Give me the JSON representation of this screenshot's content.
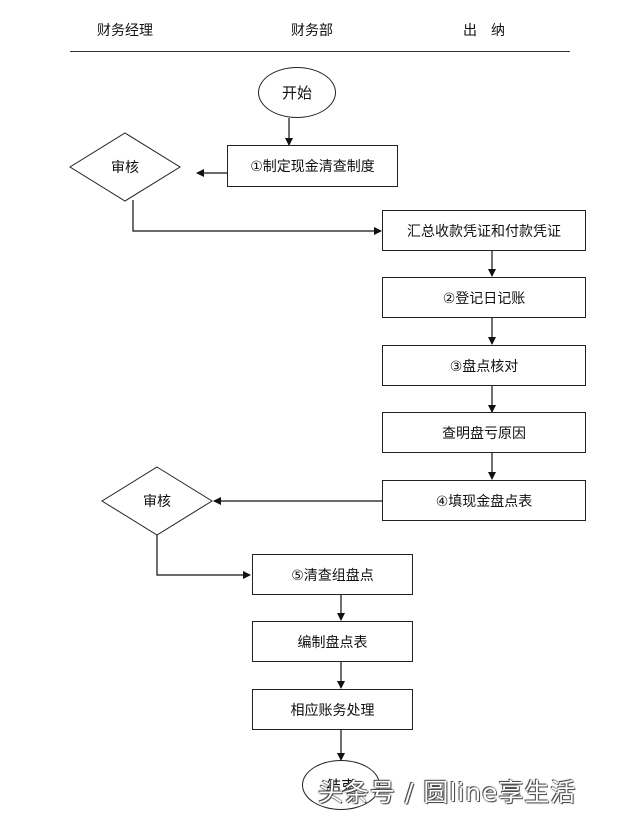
{
  "lanes": {
    "manager": "财务经理",
    "department": "财务部",
    "cashier": "出　纳"
  },
  "nodes": {
    "start": "开始",
    "step1": "①制定现金清查制度",
    "review1": "审核",
    "summary": "汇总收款凭证和付款凭证",
    "step2": "②登记日记账",
    "step3": "③盘点核对",
    "find_cause": "查明盘亏原因",
    "step4": "④填现金盘点表",
    "review2": "审核",
    "step5": "⑤清查组盘点",
    "compile": "编制盘点表",
    "accounting": "相应账务处理",
    "end": "结束"
  },
  "watermark": "头条号 / 圆line享生活"
}
